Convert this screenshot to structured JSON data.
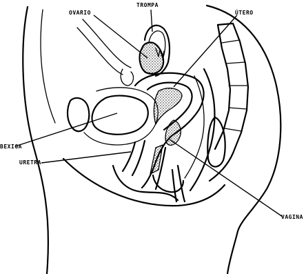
{
  "labels": {
    "trompa": "TROMPA",
    "ovario": "OVARIO",
    "utero": "ÚTERO",
    "bexiga": "BEXIGA",
    "uretra": "URETRA",
    "vagina": "VAGINA"
  },
  "colors": {
    "ink": "#000000",
    "background": "#ffffff"
  }
}
